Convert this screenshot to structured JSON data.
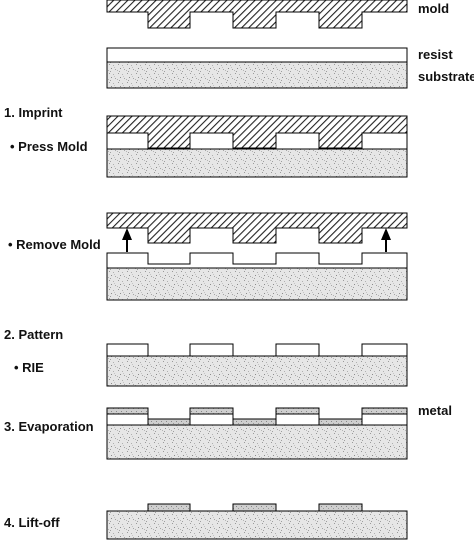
{
  "labels": {
    "mold": "mold",
    "resist": "resist",
    "substrate": "substrate",
    "step1": "1. Imprint",
    "press_mold": "• Press Mold",
    "remove_mold": "• Remove Mold",
    "step2": "2. Pattern",
    "rie": "• RIE",
    "metal": "metal",
    "step3": "3. Evaporation",
    "step4": "4. Lift-off"
  }
}
